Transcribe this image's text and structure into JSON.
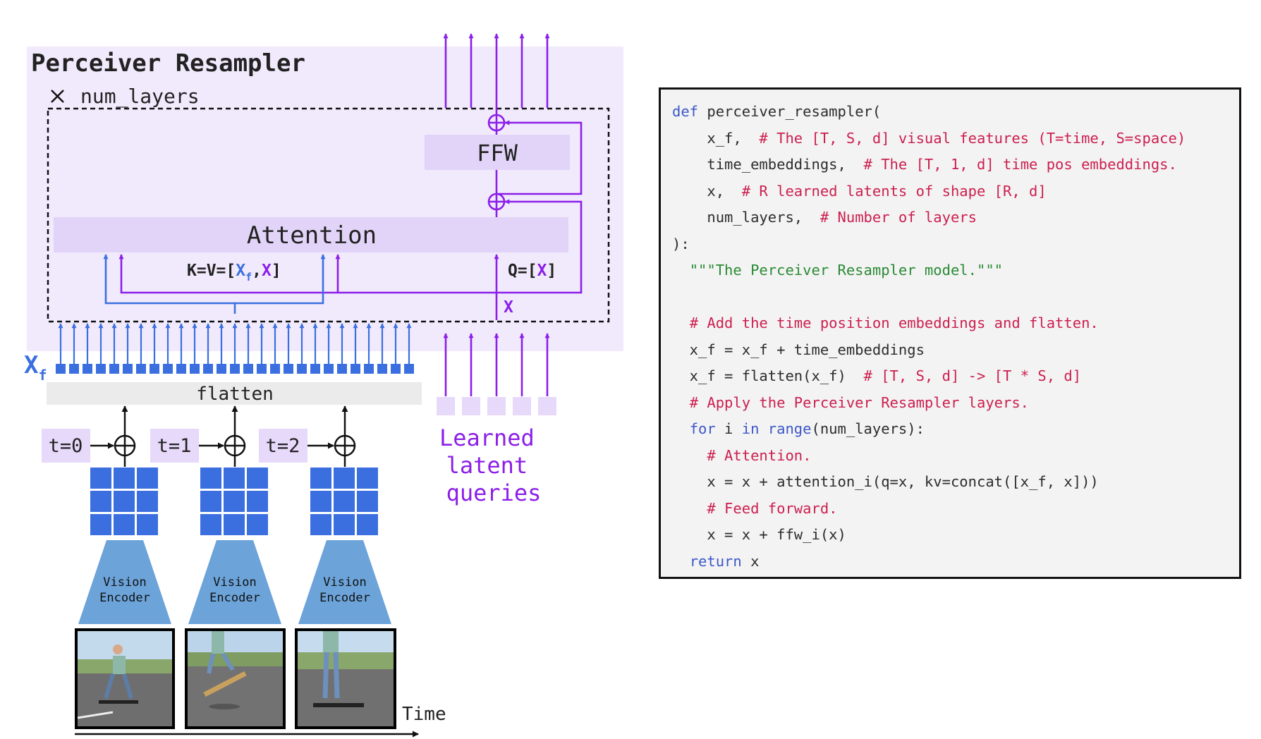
{
  "diagram": {
    "title": "Perceiver Resampler",
    "num_layers_label": "num_layers",
    "attention_label": "Attention",
    "ffw_label": "FFW",
    "kv_label": {
      "prefix": "K=V=[",
      "xf_main": "X",
      "xf_sub": "f",
      "comma": ",",
      "x": "X",
      "suffix": "]"
    },
    "q_label": {
      "prefix": "Q=[",
      "x": "X",
      "suffix": "]"
    },
    "x_label": "X",
    "xf_label": {
      "main": "X",
      "sub": "f"
    },
    "flatten_label": "flatten",
    "time_labels": [
      "t=0",
      "t=1",
      "t=2"
    ],
    "encoder_labels": [
      [
        "Vision",
        "Encoder"
      ],
      [
        "Vision",
        "Encoder"
      ],
      [
        "Vision",
        "Encoder"
      ]
    ],
    "learned_latent_lines": [
      "Learned",
      "latent",
      "queries"
    ],
    "time_axis_label": "Time",
    "colors": {
      "purple": "#8c1fe8",
      "blue": "#3b6fe0",
      "light_purple": "#e6d9fa",
      "panel_purple": "#f1eafd",
      "encoder_blue": "#6ca3d9"
    }
  },
  "code": {
    "lines": [
      [
        {
          "t": "def",
          "c": "kw"
        },
        {
          "t": " perceiver_resampler(",
          "c": "pl"
        }
      ],
      [
        {
          "t": "    x_f,  ",
          "c": "pl"
        },
        {
          "t": "# The [T, S, d] visual features (T=time, S=space)",
          "c": "cm"
        }
      ],
      [
        {
          "t": "    time_embeddings,  ",
          "c": "pl"
        },
        {
          "t": "# The [T, 1, d] time pos embeddings.",
          "c": "cm"
        }
      ],
      [
        {
          "t": "    x,  ",
          "c": "pl"
        },
        {
          "t": "# R learned latents of shape [R, d]",
          "c": "cm"
        }
      ],
      [
        {
          "t": "    num_layers,  ",
          "c": "pl"
        },
        {
          "t": "# Number of layers",
          "c": "cm"
        }
      ],
      [
        {
          "t": "):",
          "c": "pl"
        }
      ],
      [
        {
          "t": "  ",
          "c": "pl"
        },
        {
          "t": "\"\"\"The Perceiver Resampler model.\"\"\"",
          "c": "st"
        }
      ],
      [
        {
          "t": "",
          "c": "pl"
        }
      ],
      [
        {
          "t": "  ",
          "c": "pl"
        },
        {
          "t": "# Add the time position embeddings and flatten.",
          "c": "cm"
        }
      ],
      [
        {
          "t": "  x_f = x_f + time_embeddings",
          "c": "pl"
        }
      ],
      [
        {
          "t": "  x_f = flatten(x_f)  ",
          "c": "pl"
        },
        {
          "t": "# [T, S, d] -> [T * S, d]",
          "c": "cm"
        }
      ],
      [
        {
          "t": "  ",
          "c": "pl"
        },
        {
          "t": "# Apply the Perceiver Resampler layers.",
          "c": "cm"
        }
      ],
      [
        {
          "t": "  ",
          "c": "pl"
        },
        {
          "t": "for",
          "c": "kw"
        },
        {
          "t": " i ",
          "c": "pl"
        },
        {
          "t": "in",
          "c": "kw"
        },
        {
          "t": " ",
          "c": "pl"
        },
        {
          "t": "range",
          "c": "kw"
        },
        {
          "t": "(num_layers):",
          "c": "pl"
        }
      ],
      [
        {
          "t": "    ",
          "c": "pl"
        },
        {
          "t": "# Attention.",
          "c": "cm"
        }
      ],
      [
        {
          "t": "    x = x + attention_i(q=x, kv=concat([x_f, x]))",
          "c": "pl"
        }
      ],
      [
        {
          "t": "    ",
          "c": "pl"
        },
        {
          "t": "# Feed forward.",
          "c": "cm"
        }
      ],
      [
        {
          "t": "    x = x + ffw_i(x)",
          "c": "pl"
        }
      ],
      [
        {
          "t": "  ",
          "c": "pl"
        },
        {
          "t": "return",
          "c": "kw"
        },
        {
          "t": " x",
          "c": "pl"
        }
      ]
    ]
  }
}
